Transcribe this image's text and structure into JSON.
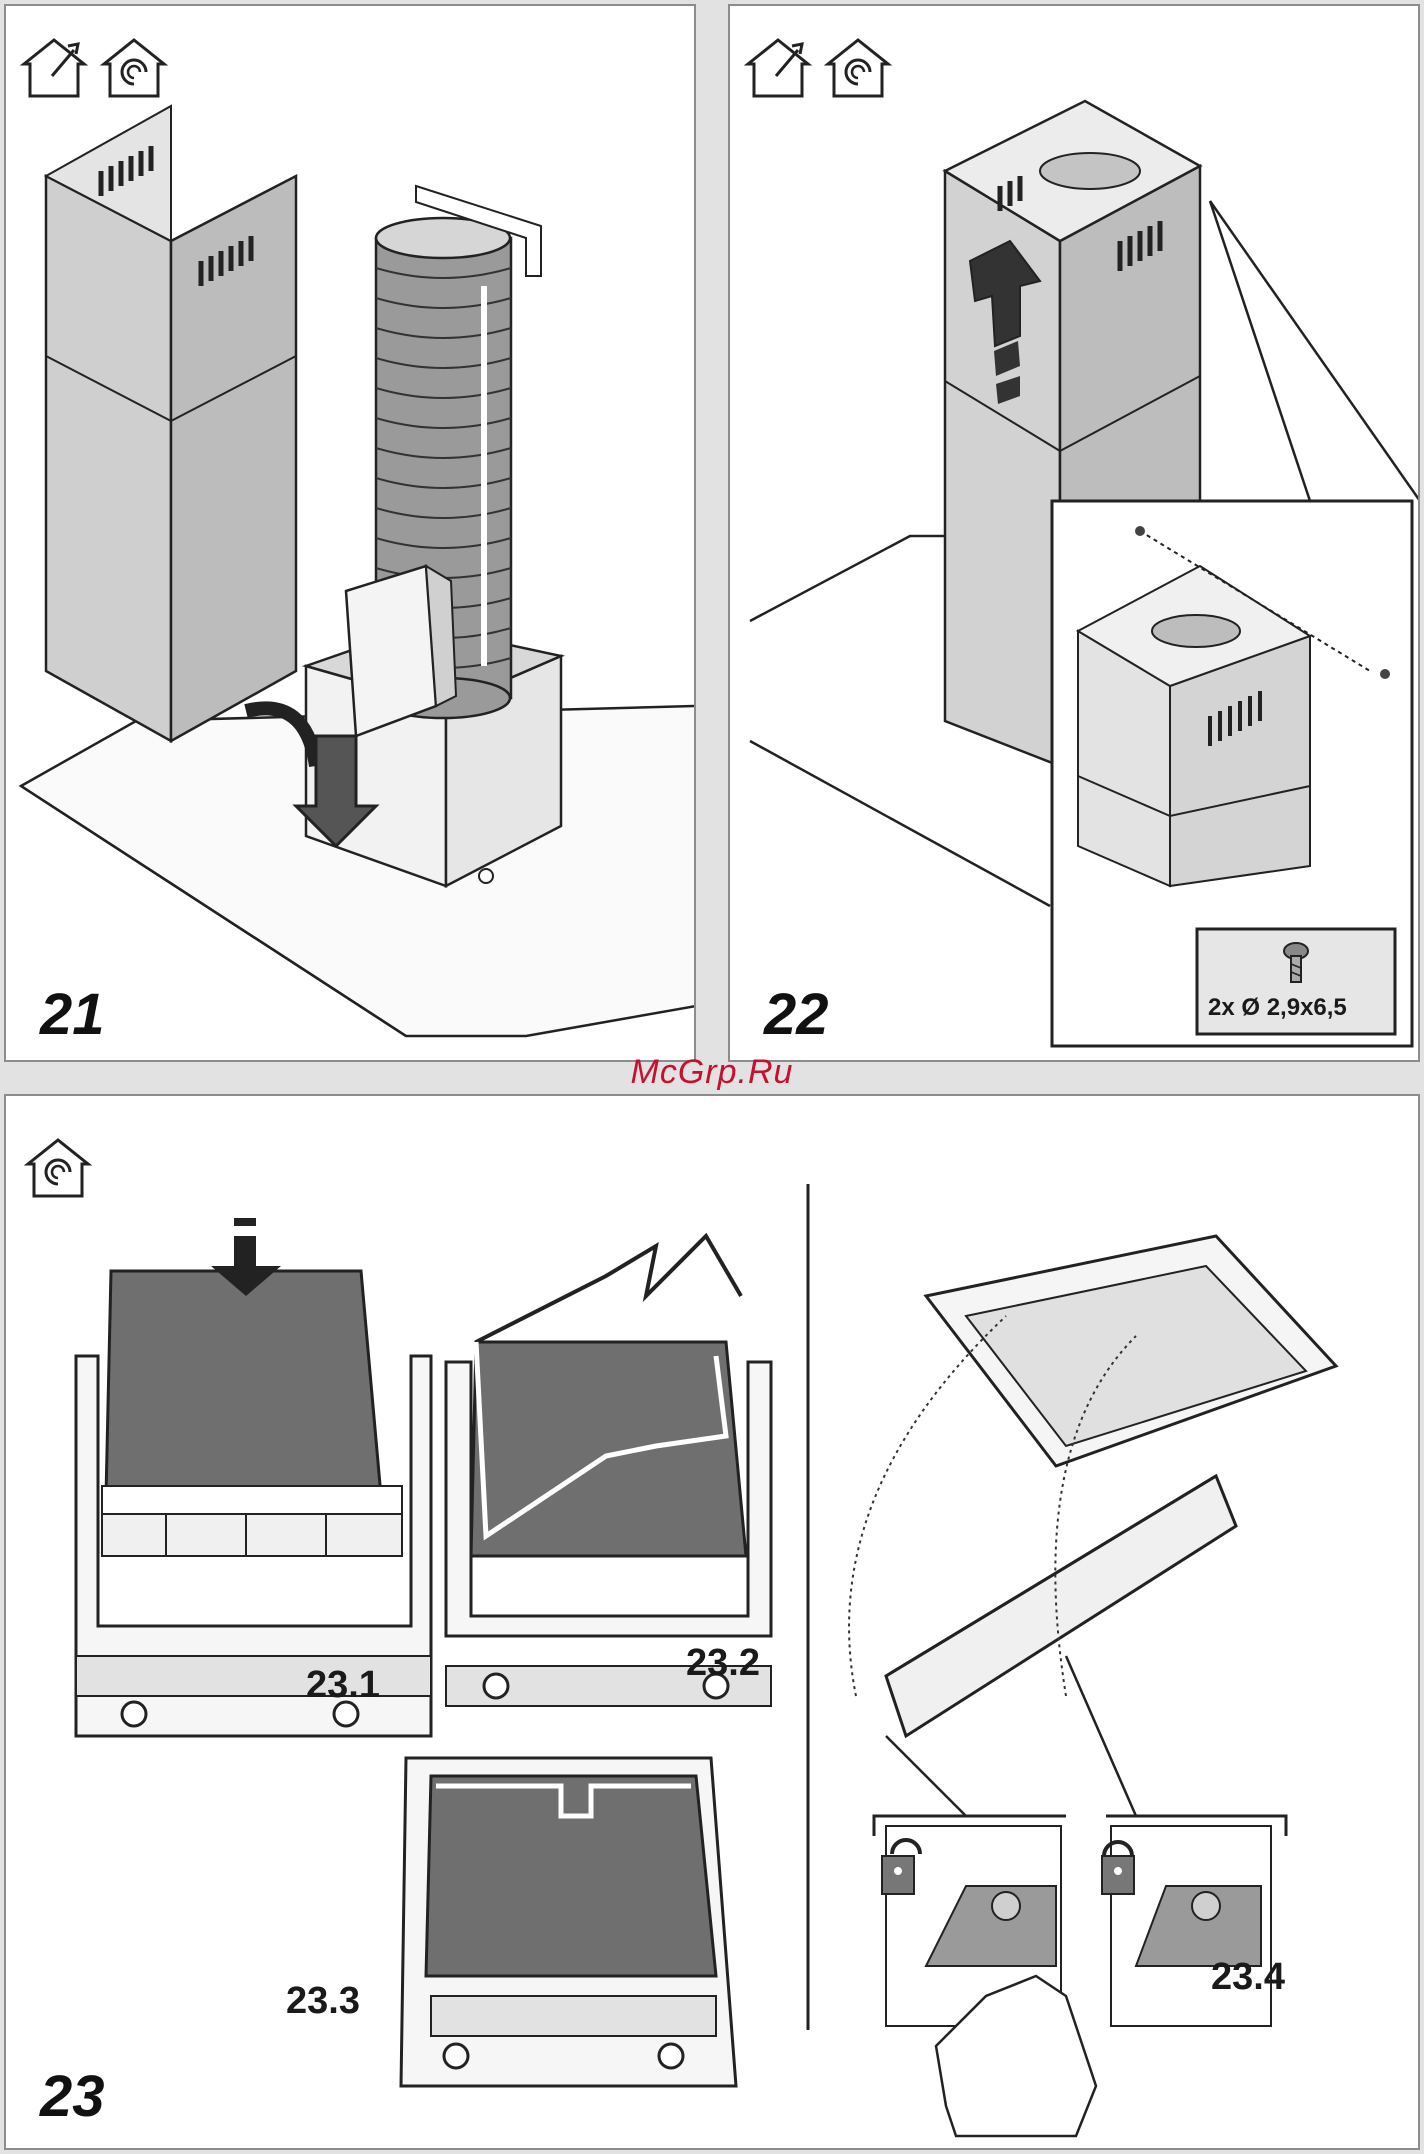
{
  "watermark": "McGrp.Ru",
  "steps": [
    {
      "number": "21",
      "icons": [
        "exhaust-mode-icon",
        "recirculation-mode-icon"
      ]
    },
    {
      "number": "22",
      "icons": [
        "exhaust-mode-icon",
        "recirculation-mode-icon"
      ],
      "screw_spec": "2x Ø 2,9x6,5"
    },
    {
      "number": "23",
      "icons": [
        "recirculation-mode-icon"
      ],
      "substeps": [
        {
          "label": "23.1"
        },
        {
          "label": "23.2"
        },
        {
          "label": "23.3"
        },
        {
          "label": "23.4"
        }
      ]
    }
  ],
  "colors": {
    "frame": "#8c8c8c",
    "chimney": "#c9c9c9",
    "filter": "#6f6f6f",
    "watermark": "#c8102e"
  }
}
